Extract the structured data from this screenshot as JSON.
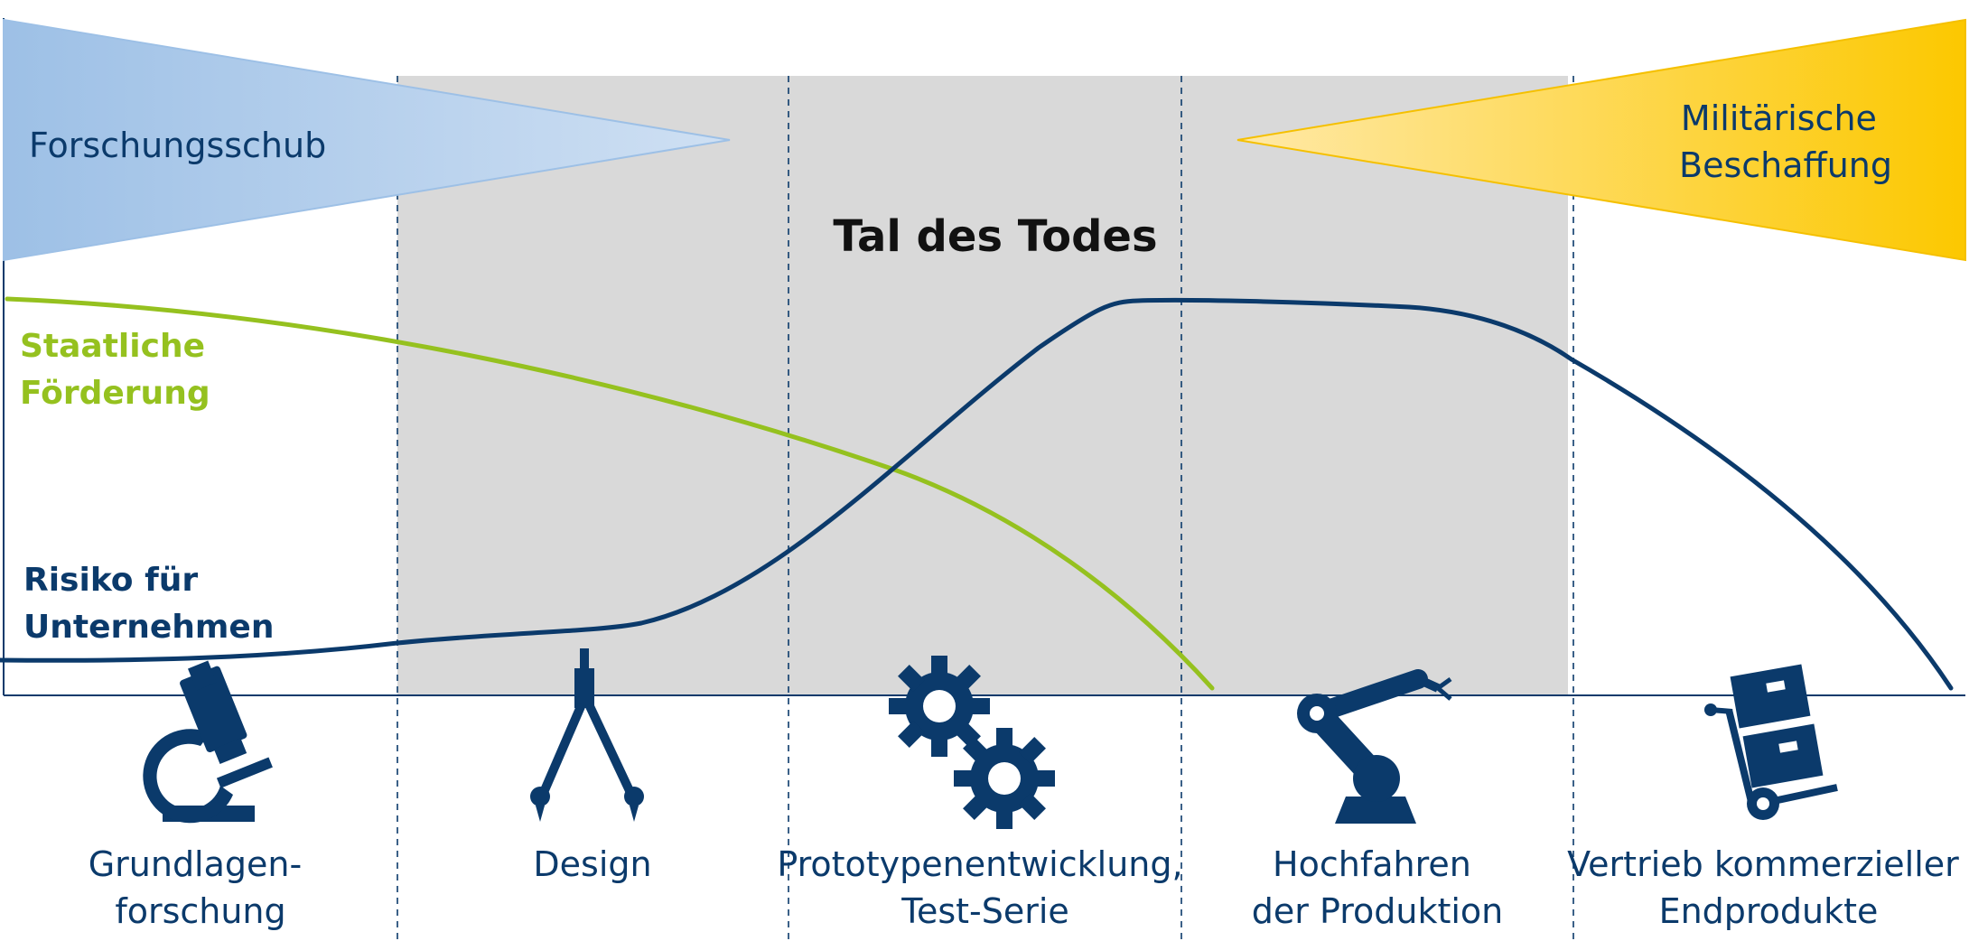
{
  "title_valley": "Tal des Todes",
  "research_push": "Forschungsschub",
  "military_procurement": [
    "Militärische",
    "Beschaffung"
  ],
  "state_funding": [
    "Staatliche",
    "Förderung"
  ],
  "business_risk": [
    "Risiko für",
    "Unternehmen"
  ],
  "phases": [
    {
      "lines": [
        "Grundlagen-",
        "forschung"
      ],
      "icon": "microscope-icon"
    },
    {
      "lines": [
        "Design"
      ],
      "icon": "compass-icon"
    },
    {
      "lines": [
        "Prototypenentwicklung,",
        "Test-Serie"
      ],
      "icon": "gears-icon"
    },
    {
      "lines": [
        "Hochfahren",
        "der Produktion"
      ],
      "icon": "robot-arm-icon"
    },
    {
      "lines": [
        "Vertrieb kommerzieller",
        "Endprodukte"
      ],
      "icon": "hand-truck-icon"
    }
  ],
  "colors": {
    "navy": "#0b3a6b",
    "green": "#95c11f",
    "blue_wedge": "#a9c9ea",
    "yellow_wedge": "#fcc800",
    "valley_gray": "#d9d9d9"
  }
}
